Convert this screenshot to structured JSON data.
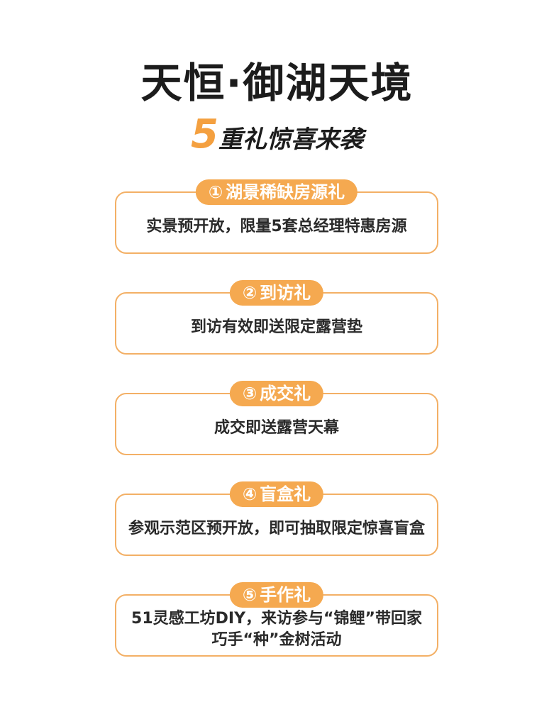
{
  "title": "天恒·御湖天境",
  "subtitle": {
    "number": "5",
    "text": "重礼惊喜来袭"
  },
  "accent_color": "#f5a950",
  "border_color": "#f3b066",
  "gifts": [
    {
      "index": "①",
      "name": "湖景稀缺房源礼",
      "desc": [
        "实景预开放，限量5套总经理特惠房源"
      ]
    },
    {
      "index": "②",
      "name": "到访礼",
      "desc": [
        "到访有效即送限定露营垫"
      ]
    },
    {
      "index": "③",
      "name": "成交礼",
      "desc": [
        "成交即送露营天幕"
      ]
    },
    {
      "index": "④",
      "name": "盲盒礼",
      "desc": [
        "参观示范区预开放，即可抽取限定惊喜盲盒"
      ]
    },
    {
      "index": "⑤",
      "name": "手作礼",
      "desc": [
        "51灵感工坊DIY，来访参与“锦鲤”带回家",
        "巧手“种”金树活动"
      ]
    }
  ]
}
